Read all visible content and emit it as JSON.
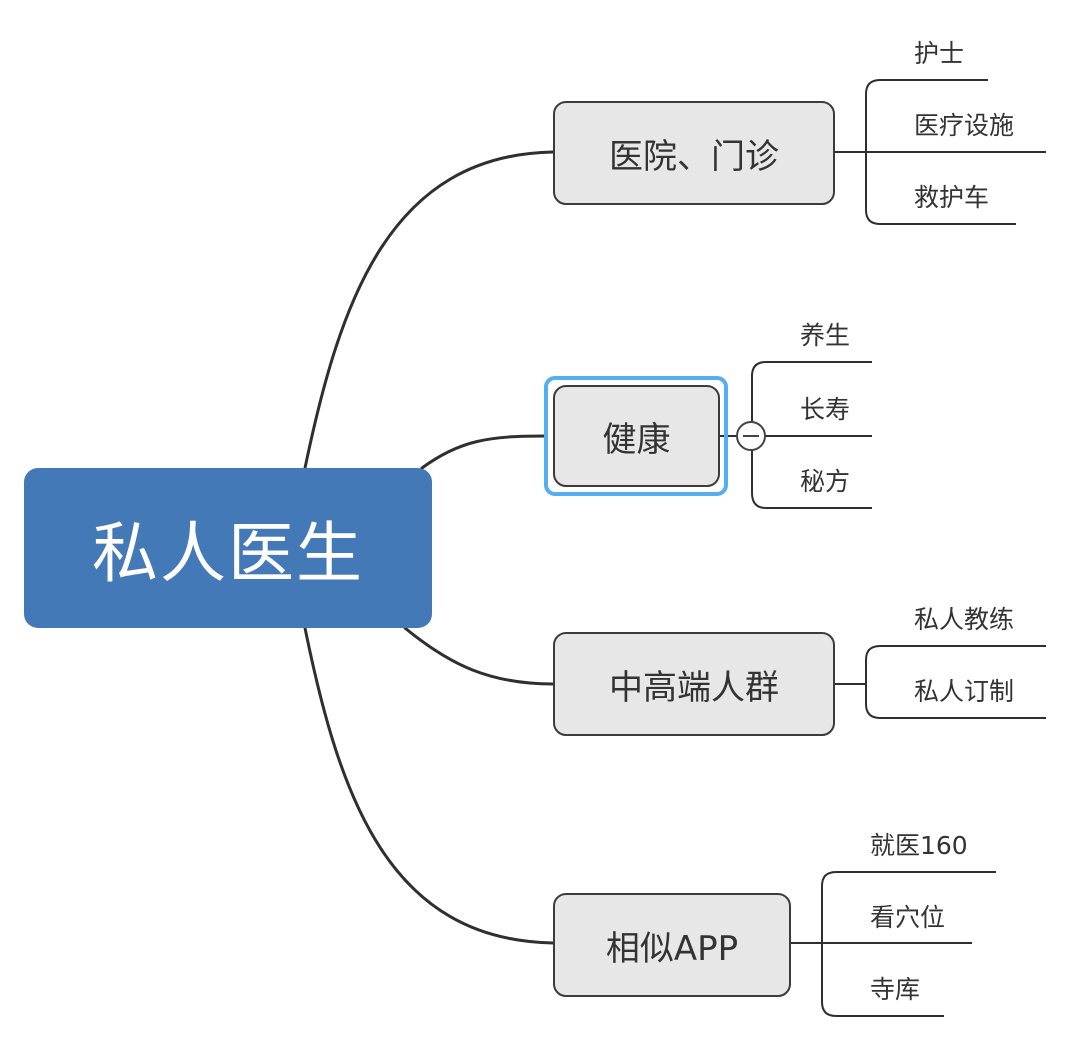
{
  "central_topic": "私人医生",
  "branches": [
    {
      "label": "医院、门诊",
      "children": [
        "护士",
        "医疗设施",
        "救护车"
      ]
    },
    {
      "label": "健康",
      "children": [
        "养生",
        "长寿",
        "秘方"
      ]
    },
    {
      "label": "中高端人群",
      "children": [
        "私人教练",
        "私人订制"
      ]
    },
    {
      "label": "相似APP",
      "children": [
        "就医160",
        "看穴位",
        "寺库"
      ]
    }
  ],
  "colors": {
    "central_fill": "#4479b8",
    "topic_fill": "#e7e7e7",
    "selection": "#54aef0",
    "line": "#333333"
  }
}
